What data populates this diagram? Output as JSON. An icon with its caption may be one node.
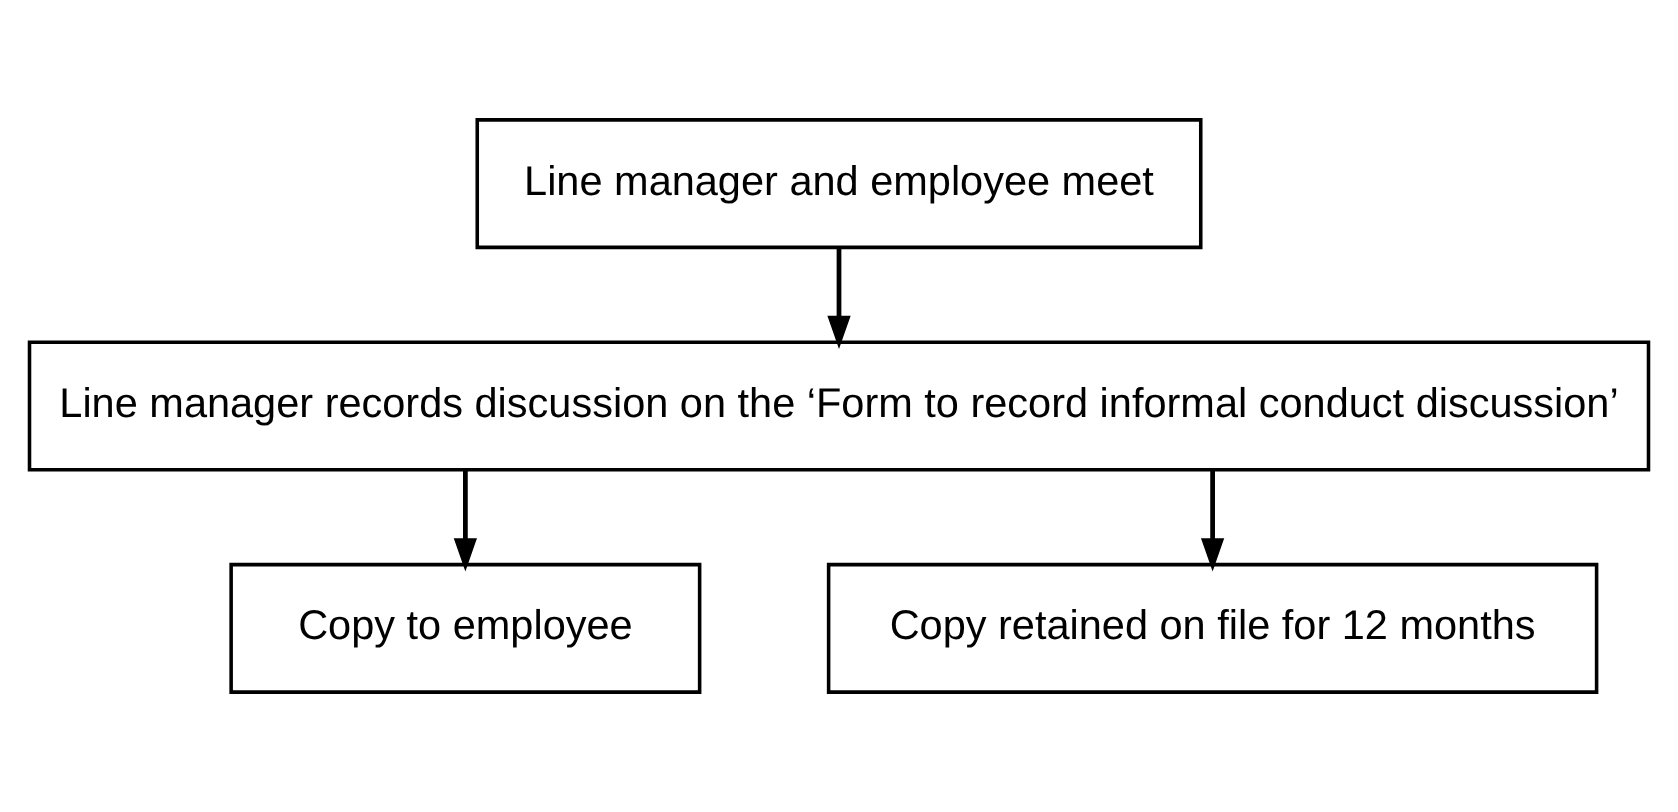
{
  "diagram": {
    "nodes": [
      {
        "text": [
          "Line manager and employee meet"
        ]
      },
      {
        "text": [
          "Line manager records discussion on the ‘Form to record informal conduct discussion’"
        ]
      },
      {
        "text": [
          "Copy to employee"
        ]
      },
      {
        "text": [
          "Copy retained on file for 12 months"
        ]
      }
    ],
    "edges": [
      {
        "from": 0,
        "to": 1,
        "arrow": "to"
      },
      {
        "from": 1,
        "to": 2,
        "arrow": "to"
      },
      {
        "from": 1,
        "to": 3,
        "arrow": "to"
      }
    ]
  }
}
